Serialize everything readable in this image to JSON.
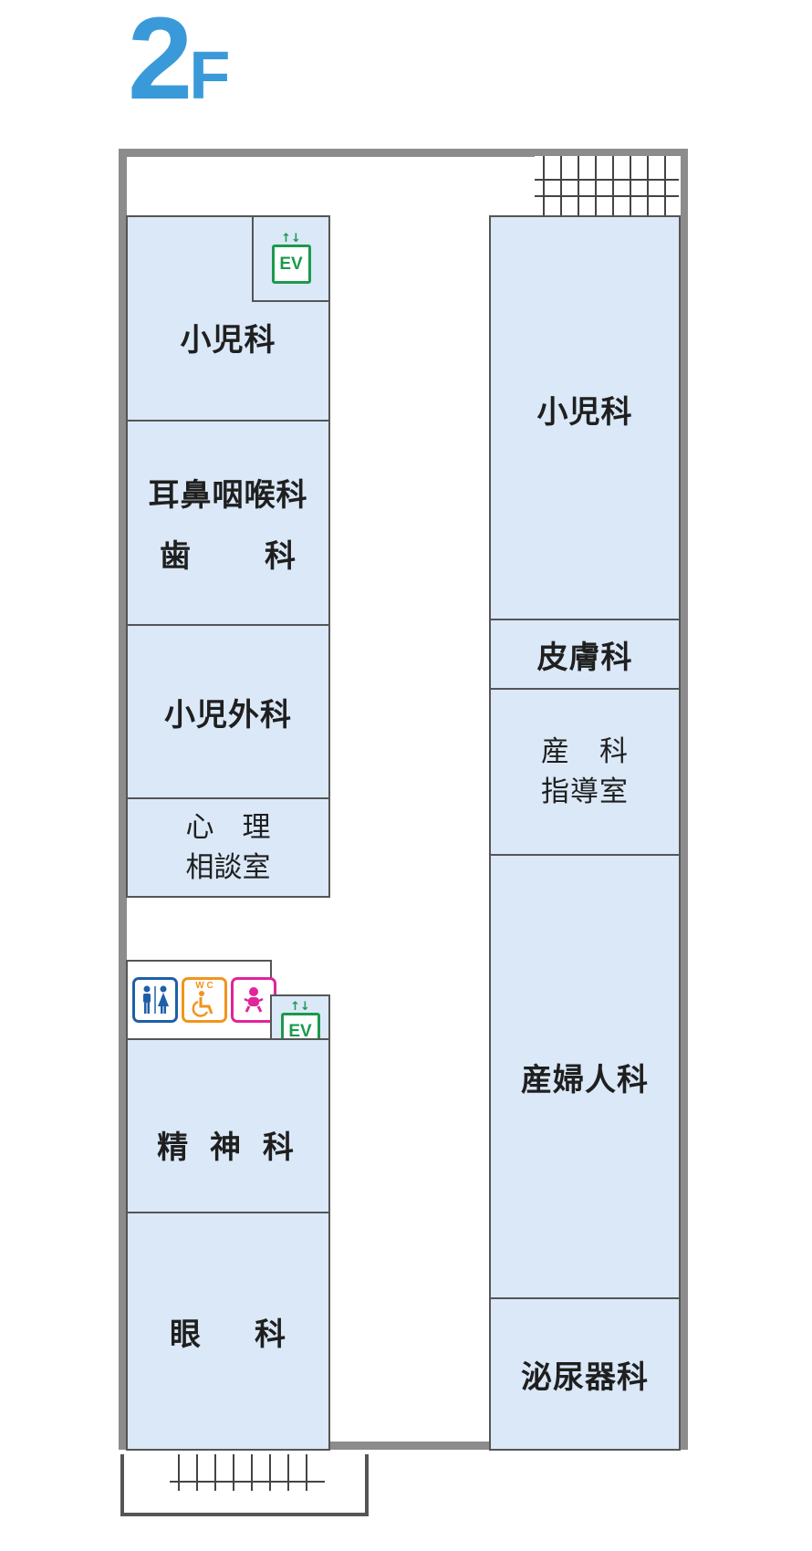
{
  "floor": {
    "number": "2",
    "unit": "F"
  },
  "colors": {
    "floor_label": "#3a9ad9",
    "room_fill": "#dae8f7",
    "wall": "#8c8c8c",
    "ev_green": "#1b9a4c",
    "wc_blue": "#1e5fa8",
    "wc_orange": "#f0951d",
    "wc_pink": "#e0249a"
  },
  "icons": {
    "ev": "EV",
    "ev_arrows": "↑↓",
    "wc_accessible_label": "W C",
    "restroom": "restroom-icon",
    "accessible_toilet": "wheelchair-icon",
    "baby_care": "baby-icon"
  },
  "rooms": {
    "pediatrics_left": "小児科",
    "ent": "耳鼻咽喉科",
    "dentistry_a": "歯",
    "dentistry_b": "科",
    "pediatric_surgery": "小児外科",
    "counseling_a": "心　理",
    "counseling_b": "相談室",
    "psychiatry": "精 神 科",
    "ophthalmology_a": "眼",
    "ophthalmology_b": "科",
    "pediatrics_right": "小児科",
    "dermatology": "皮膚科",
    "obstetric_guidance_a": "産　科",
    "obstetric_guidance_b": "指導室",
    "obgyn": "産婦人科",
    "urology": "泌尿器科"
  }
}
